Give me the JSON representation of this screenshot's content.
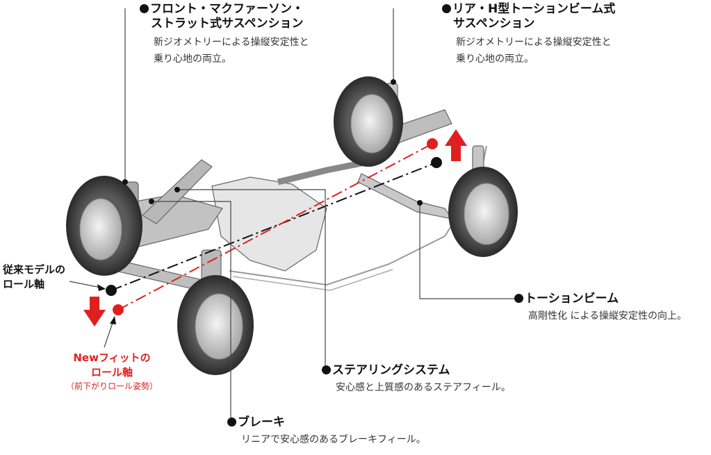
{
  "callouts": {
    "front": {
      "title1": "フロント・マクファーソン・",
      "title2": "ストラット式サスペンション",
      "desc1": "新ジオメトリーによる操縦安定性と",
      "desc2": "乗り心地の両立。"
    },
    "rear": {
      "title1": "リア・H型トーションビーム式",
      "title2": "サスペンション",
      "desc1": "新ジオメトリーによる操縦安定性と",
      "desc2": "乗り心地の両立。"
    },
    "torsion": {
      "title": "トーションビーム",
      "desc": "高剛性化 による操縦安定性の向上。"
    },
    "steering": {
      "title": "ステアリングシステム",
      "desc": "安心感と上質感のあるステアフィール。"
    },
    "brake": {
      "title": "ブレーキ",
      "desc": "リニアで安心感のあるブレーキフィール。"
    }
  },
  "roll_axis": {
    "old": {
      "line1": "従来モデルの",
      "line2": "ロール軸"
    },
    "new": {
      "line1": "Newフィットの",
      "line2": "ロール軸",
      "note": "（前下がりロール姿勢）"
    }
  },
  "colors": {
    "accent": "#e02020",
    "ink": "#111111"
  }
}
